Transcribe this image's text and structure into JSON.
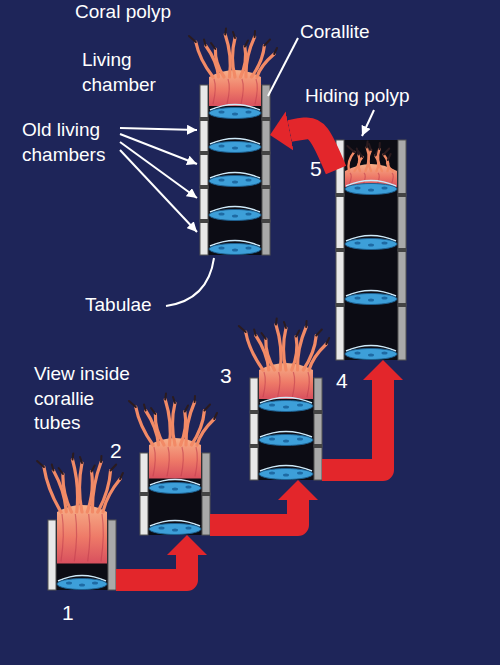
{
  "diagram": {
    "nodes": [
      {
        "text": [
          "1"
        ]
      },
      {
        "text": [
          "2"
        ]
      },
      {
        "text": [
          "3"
        ]
      },
      {
        "text": [
          "4"
        ]
      },
      {
        "text": [
          "5"
        ]
      }
    ],
    "edges": [
      {
        "from": 0,
        "to": 1,
        "arrow": "to"
      },
      {
        "from": 1,
        "to": 2,
        "arrow": "to"
      },
      {
        "from": 2,
        "to": 3,
        "arrow": "to"
      },
      {
        "from": 3,
        "to": 4,
        "arrow": "to"
      }
    ],
    "labels": [
      "Coral polyp",
      "Living chamber",
      "Corallite",
      "Old living chambers",
      "Hiding polyp",
      "Tabulae",
      "View inside corallie tubes"
    ]
  }
}
